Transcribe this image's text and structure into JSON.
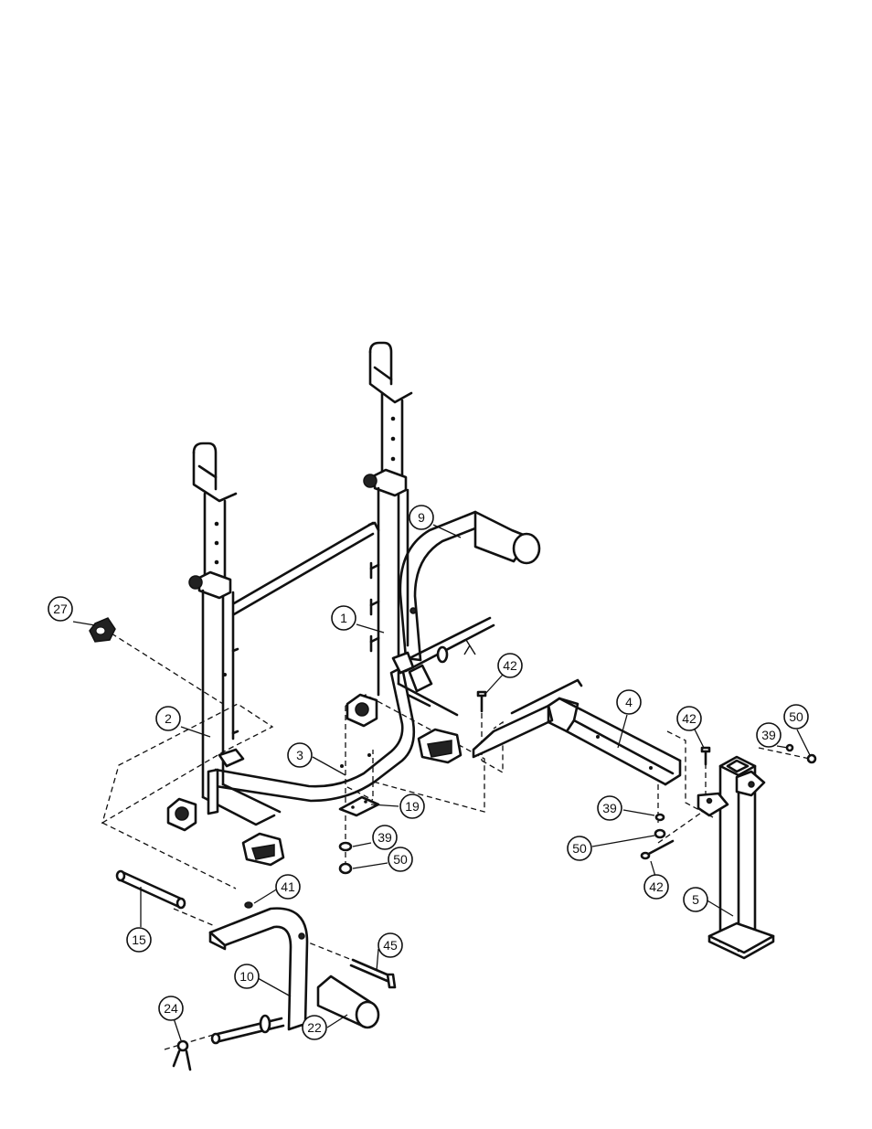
{
  "callouts": [
    {
      "id": "27",
      "label": "27"
    },
    {
      "id": "2",
      "label": "2"
    },
    {
      "id": "1",
      "label": "1"
    },
    {
      "id": "9",
      "label": "9"
    },
    {
      "id": "3",
      "label": "3"
    },
    {
      "id": "19",
      "label": "19"
    },
    {
      "id": "39a",
      "label": "39"
    },
    {
      "id": "50a",
      "label": "50"
    },
    {
      "id": "42a",
      "label": "42"
    },
    {
      "id": "4",
      "label": "4"
    },
    {
      "id": "42b",
      "label": "42"
    },
    {
      "id": "39b",
      "label": "39"
    },
    {
      "id": "50b",
      "label": "50"
    },
    {
      "id": "39c",
      "label": "39"
    },
    {
      "id": "50c",
      "label": "50"
    },
    {
      "id": "42c",
      "label": "42"
    },
    {
      "id": "5",
      "label": "5"
    },
    {
      "id": "41",
      "label": "41"
    },
    {
      "id": "15",
      "label": "15"
    },
    {
      "id": "45",
      "label": "45"
    },
    {
      "id": "10",
      "label": "10"
    },
    {
      "id": "22",
      "label": "22"
    },
    {
      "id": "24",
      "label": "24"
    }
  ]
}
